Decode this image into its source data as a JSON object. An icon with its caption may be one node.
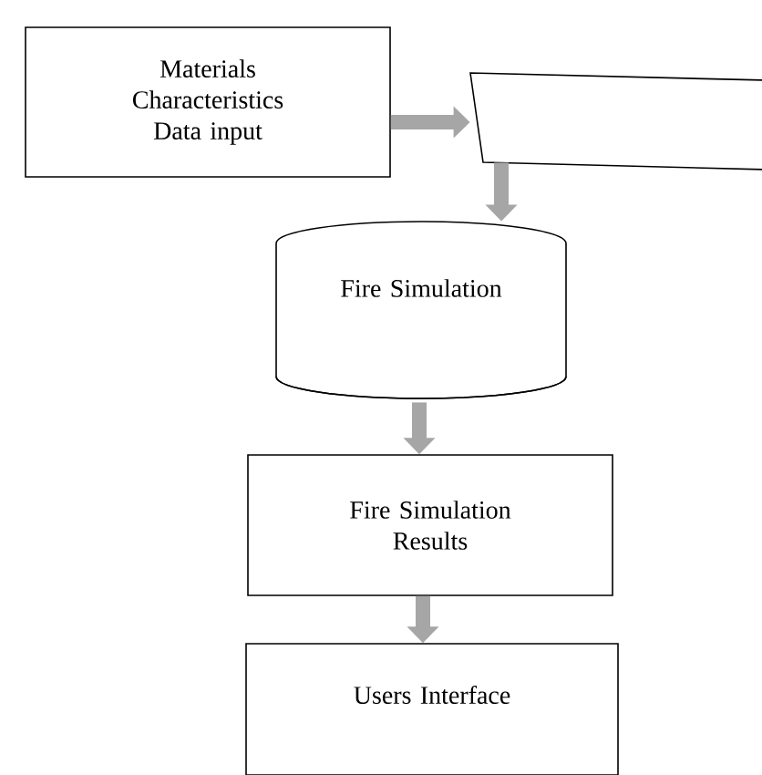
{
  "diagram": {
    "nodes": [
      {
        "text": [
          "Materials Characteristics Data input"
        ]
      },
      {
        "text": [],
        "shape": "trapezoid"
      },
      {
        "text": [
          "Fire Simulation"
        ]
      },
      {
        "text": [
          "Fire Simulation Results"
        ]
      },
      {
        "text": [
          "Users Interface"
        ]
      }
    ],
    "edges": [
      {
        "from": 0,
        "to": 1,
        "arrow": "to"
      },
      {
        "from": 1,
        "to": 2,
        "arrow": "to"
      },
      {
        "from": 2,
        "to": 3,
        "arrow": "to"
      },
      {
        "from": 3,
        "to": 4,
        "arrow": "to"
      }
    ]
  }
}
